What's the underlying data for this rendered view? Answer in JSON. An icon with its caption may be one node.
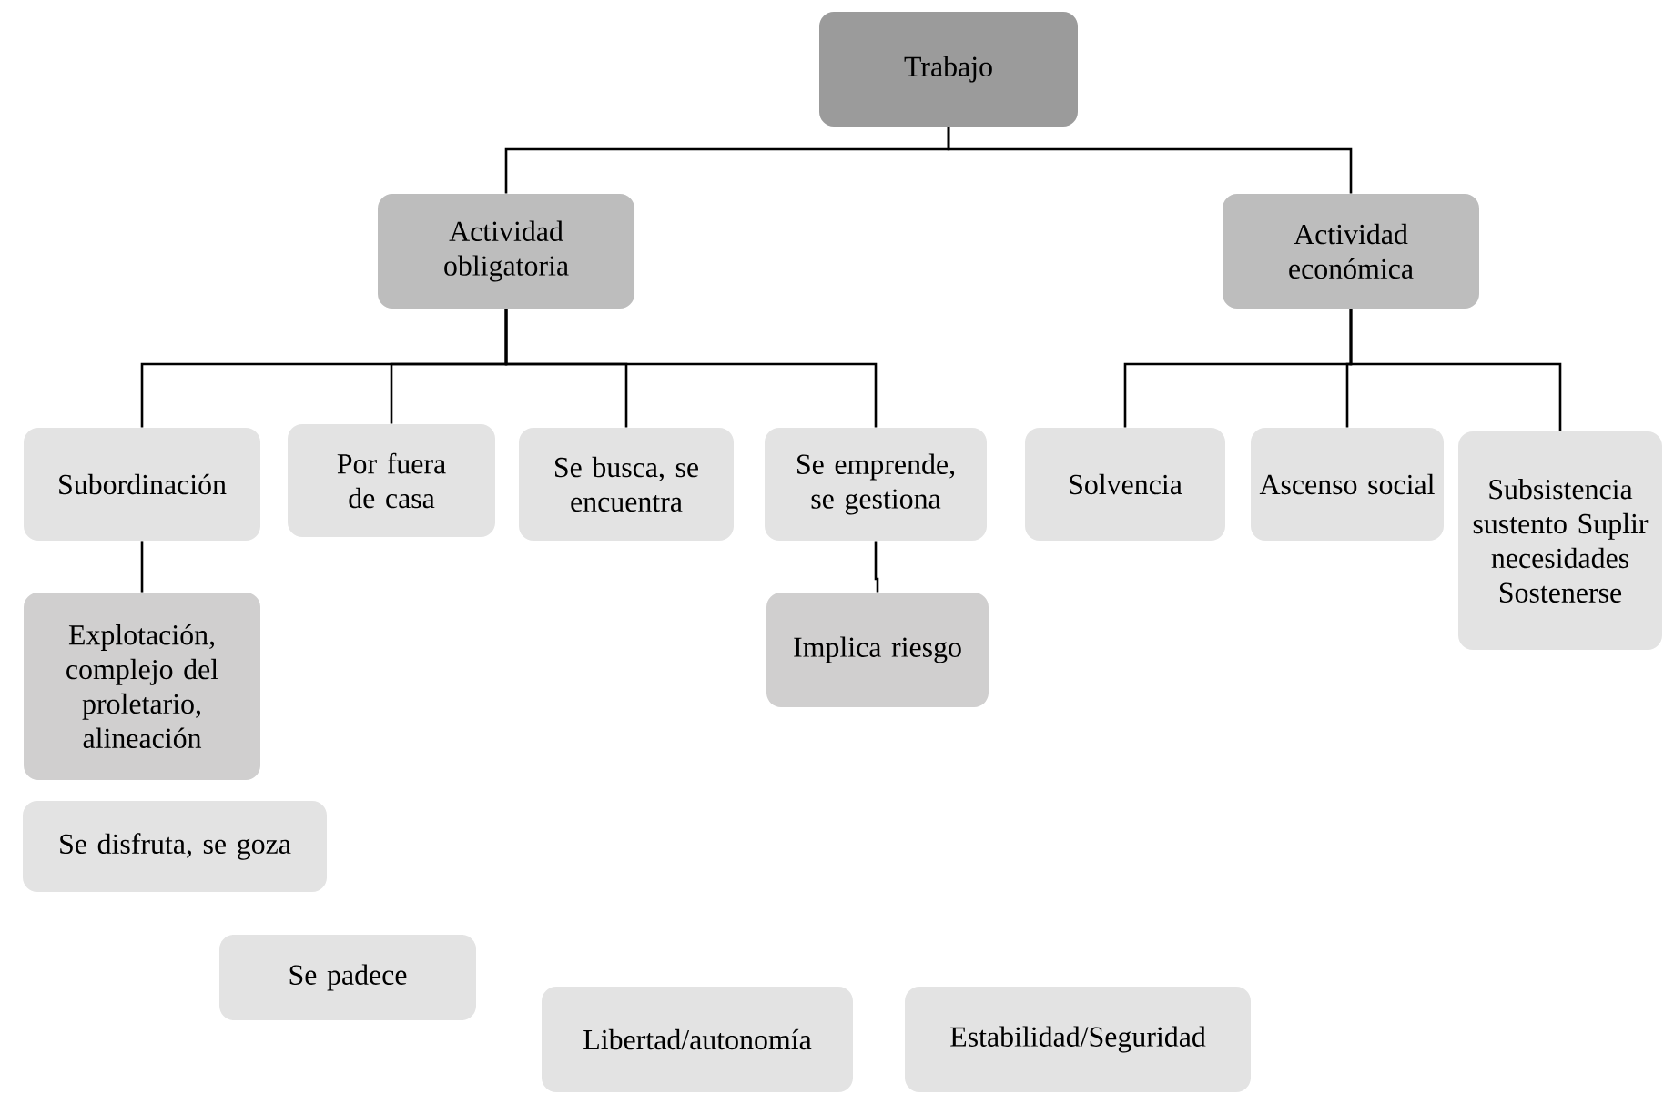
{
  "diagram": {
    "nodes": [
      {
        "text": [
          "Trabajo"
        ]
      },
      {
        "text": [
          "Actividad obligatoria"
        ]
      },
      {
        "text": [
          "Actividad económica"
        ]
      },
      {
        "text": [
          "Subordinación"
        ]
      },
      {
        "text": [
          "Por fuera de casa"
        ]
      },
      {
        "text": [
          "Se busca, se encuentra"
        ]
      },
      {
        "text": [
          "Se emprende, se gestiona"
        ]
      },
      {
        "text": [
          "Solvencia"
        ]
      },
      {
        "text": [
          "Ascenso social"
        ]
      },
      {
        "text": [
          "Subsistencia sustento Suplir necesidades Sostenerse"
        ]
      },
      {
        "text": [
          "Explotación, complejo del proletario, alineación"
        ]
      },
      {
        "text": [
          "Implica riesgo"
        ]
      },
      {
        "text": [
          "Se disfruta, se goza"
        ]
      },
      {
        "text": [
          "Se padece"
        ]
      },
      {
        "text": [
          "Libertad/autonomía"
        ]
      },
      {
        "text": [
          "Estabilidad/Seguridad"
        ]
      }
    ],
    "edges": [
      {
        "from": 0,
        "to": 1,
        "arrow": "none"
      },
      {
        "from": 0,
        "to": 2,
        "arrow": "none"
      },
      {
        "from": 1,
        "to": 3,
        "arrow": "none"
      },
      {
        "from": 1,
        "to": 4,
        "arrow": "none"
      },
      {
        "from": 1,
        "to": 5,
        "arrow": "none"
      },
      {
        "from": 1,
        "to": 6,
        "arrow": "none"
      },
      {
        "from": 2,
        "to": 7,
        "arrow": "none"
      },
      {
        "from": 2,
        "to": 8,
        "arrow": "none"
      },
      {
        "from": 2,
        "to": 9,
        "arrow": "none"
      },
      {
        "from": 3,
        "to": 10,
        "arrow": "none"
      },
      {
        "from": 6,
        "to": 11,
        "arrow": "none"
      }
    ]
  }
}
